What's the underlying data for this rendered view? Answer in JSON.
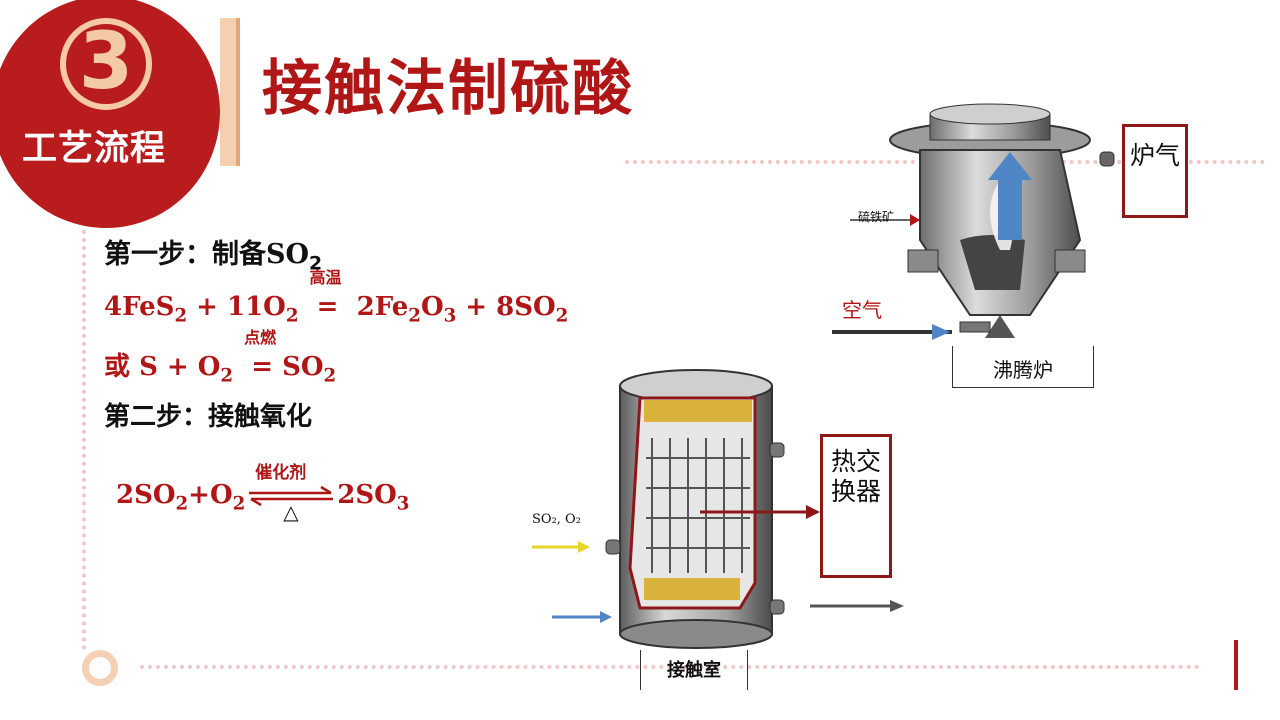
{
  "badge": {
    "number": "3",
    "label": "工艺流程"
  },
  "title": "接触法制硫酸",
  "step1": {
    "heading": "第一步：制备",
    "heading_formula": "SO",
    "heading_sub": "2",
    "eq1_condition": "高温",
    "eq2_prefix": "或",
    "eq2_condition": "点燃"
  },
  "step2": {
    "heading": "第二步：接触氧化",
    "catalyst": "催化剂",
    "heat": "△"
  },
  "furnace": {
    "gas_label": "炉气",
    "ore_label": "硫铁矿",
    "air_label": "空气",
    "caption": "沸腾炉"
  },
  "contact": {
    "exchanger_label": "热交换器",
    "inlet_label": "SO₂, O₂",
    "caption": "接触室"
  },
  "colors": {
    "accent": "#b01616",
    "badge": "#b81c1c",
    "dots": "#f0c7c7"
  }
}
